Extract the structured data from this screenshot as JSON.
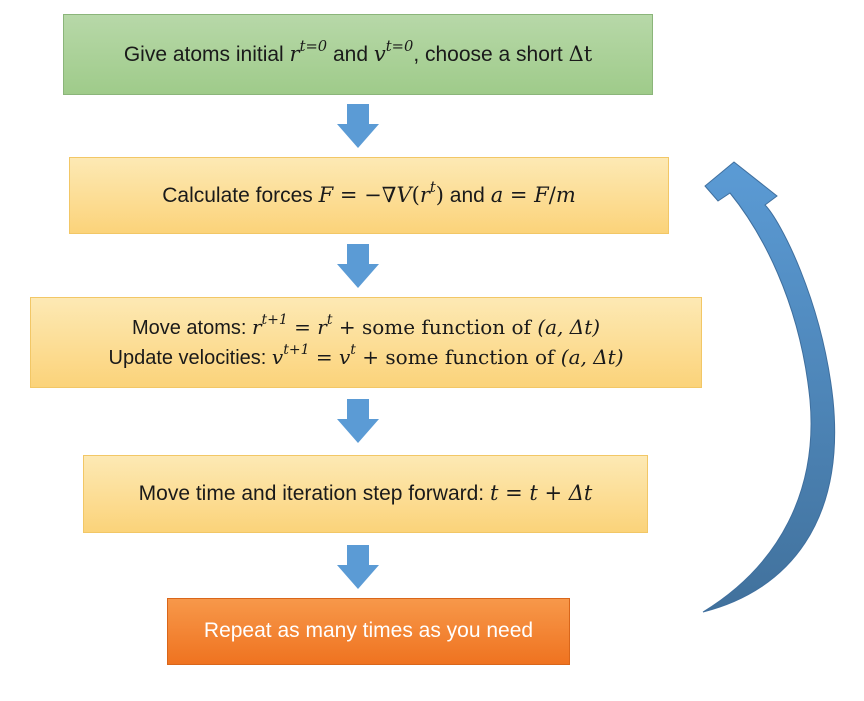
{
  "steps": {
    "init": {
      "prefix": "Give atoms initial ",
      "r0_base": "r",
      "r0_sup": "t=0",
      "mid": " and ",
      "v0_base": "v",
      "v0_sup": "t=0",
      "suffix": ", choose a short ",
      "dt": "Δt"
    },
    "forces": {
      "prefix": "Calculate forces ",
      "F1": "F",
      "eq1": " = −∇",
      "V": "V",
      "open": "(",
      "r": "r",
      "rt_sup": "t",
      "close": ")",
      "and": " and ",
      "a": "a",
      "eq2": " = ",
      "F2": "F",
      "slash": "/",
      "m": "m"
    },
    "move": {
      "line1_prefix": "Move atoms: ",
      "r_base": "r",
      "r_sup_next": "t+1",
      "eq": " = ",
      "r2_base": "r",
      "r2_sup": "t",
      "plus_text": " + some function of ",
      "args": "(a, Δt)",
      "line2_prefix": "Update velocities: ",
      "v_base": "v",
      "v_sup_next": "t+1",
      "eq2": " = ",
      "v2_base": "v",
      "v2_sup": "t",
      "plus_text2": " + some function of ",
      "args2": "(a, Δt)"
    },
    "time": {
      "prefix": "Move time and iteration step forward: ",
      "formula": "t = t + Δt"
    },
    "repeat": {
      "label": "Repeat as many times as you need"
    }
  },
  "colors": {
    "green": "#a9d18e",
    "yellow": "#fcd581",
    "orange": "#f07b26",
    "arrow": "#5b9bd5"
  },
  "icons": {
    "down_arrow": "down-arrow-icon",
    "loop_arrow": "curved-return-arrow-icon"
  }
}
